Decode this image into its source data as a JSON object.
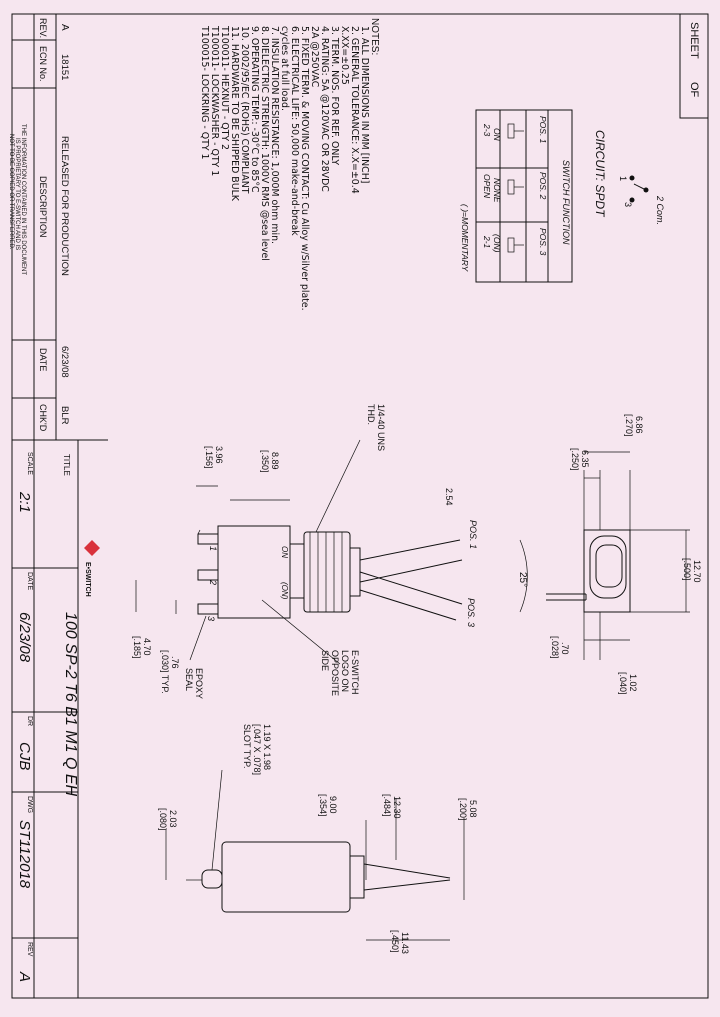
{
  "sheet": {
    "label": "SHEET",
    "of": "OF"
  },
  "notes": {
    "heading": "NOTES:",
    "items": [
      "1.  ALL DIMENSIONS IN MM [INCH]",
      "2.  GENERAL TOLERANCE: X.X=±0.4",
      "                                X.XX=±0.25",
      "3.  TERM. NOS. FOR REF. ONLY",
      "4.  RATING: 5A @120VAC OR 28VDC",
      "          2A @250VAC",
      "5.  FIXED TERM. & MOVING CONTACT: Cu Alloy w/Silver plate.",
      "6.  ELECTRICAL LIFE: 50,000 make-and-break",
      "          cycles at full load.",
      "7.  INSULATION RESISTANCE: 1,000M ohm min.",
      "8.  DIELECTRIC STRENGTH: 1000V RMS @sea level",
      "9.  OPERATING TEMP.: -30°C to 85°C",
      "10.  2002/95/EC (ROHS) COMPLIANT",
      "11.  HARDWARE TO BE SHIPPED BULK",
      "          T100011- HEXNUT - QTY 2",
      "          T100011- LOCKWASHER - QTY 1",
      "          T100015- LOCKRING - QTY 1"
    ]
  },
  "circuit": {
    "title": "CIRCUIT: SPDT",
    "com_label": "2 Com.",
    "pin1": "1",
    "pin3": "3"
  },
  "switch_function": {
    "title": "SWITCH FUNCTION",
    "headers": [
      "POS. 1",
      "POS. 2",
      "POS. 3"
    ],
    "row_a": [
      "ON",
      "NONE",
      "(ON)"
    ],
    "row_b": [
      "2-3",
      "OPEN",
      "2-1"
    ],
    "footnote": "( )=MOMENTARY"
  },
  "revision": {
    "headers": [
      "REV.",
      "ECN No.",
      "DESCRIPTION",
      "DATE",
      "CHK'D"
    ],
    "row": [
      "A",
      "18151",
      "RELEASED FOR PRODUCTION",
      "6/23/08",
      "BLR"
    ],
    "confidential": [
      "THE INFORMATION CONTAINED IN THIS DOCUMENT",
      "IS PROPRIETARY TO E-SWITCH AND IS",
      "NOT TO BE COPIED OR TRANSFERRED."
    ]
  },
  "title_block": {
    "title_label": "TITLE",
    "title": "100 SP-2 T6 B1 M1 Q EH",
    "logo": "E•SWITCH",
    "scale_label": "SCALE",
    "scale": "2:1",
    "date_label": "DATE",
    "date": "6/23/08",
    "dr_label": "DR",
    "dr": "CJB",
    "dwg_label": "DWG",
    "dwg": "ST112018",
    "rev_label": "REV",
    "rev": "A"
  },
  "top_view": {
    "d1": "6.86",
    "d1i": "[.270]",
    "d2": "6.35",
    "d2i": "[.250]",
    "d3": "12.70",
    "d3i": "[.500]",
    "d4": ".70",
    "d4i": "[.028]",
    "d5": "1.02",
    "d5i": "[.040]"
  },
  "side_view": {
    "thread": [
      "1/4-40 UNS",
      "THD."
    ],
    "h1": "8.89",
    "h1i": "[.350]",
    "h2": "3.96",
    "h2i": "[.156]",
    "lever": "2.54",
    "pos1": "POS. 1",
    "pos3": "POS. 3",
    "angle": "25°",
    "on": "ON",
    "onm": "(ON)",
    "t1": "1",
    "t2": "2",
    "t3": "3",
    "note": [
      "E-SWITCH",
      "LOGO ON",
      "OPPOSITE",
      "SIDE"
    ],
    "epoxy": [
      "EPOXY",
      "SEAL"
    ],
    "w1": ".76",
    "w1i": "[.030] TYP.",
    "w2": "4.70",
    "w2i": "[.185]"
  },
  "end_view": {
    "slot": [
      "1.19 X 1.98",
      "[.047 X .078]",
      "SLOT TYP."
    ],
    "a": "5.08",
    "ai": "[.200]",
    "b": "12.30",
    "bi": "[.484]",
    "c": "9.00",
    "ci": "[.354]",
    "d": "2.03",
    "di": "[.080]",
    "e": "11.43",
    "ei": "[.450]"
  }
}
